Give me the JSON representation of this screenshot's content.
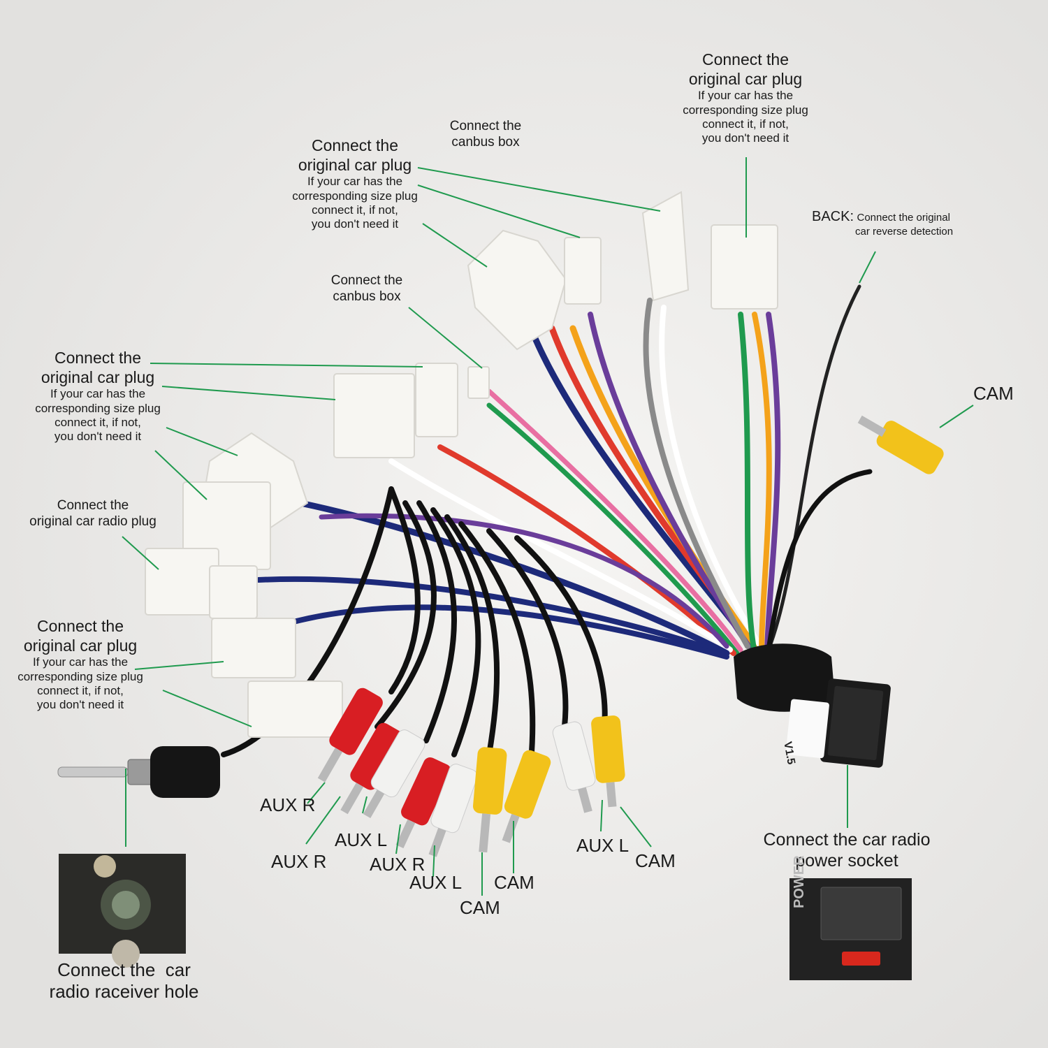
{
  "colors": {
    "background": "#ecebea",
    "leader_line": "#1f9a4e",
    "connector_plastic": "#f7f6f2",
    "rca_red": "#d81e23",
    "rca_white": "#f2f2f0",
    "rca_yellow": "#f2c21b",
    "wire_colors": [
      "#111111",
      "#1d2a7a",
      "#e03a2c",
      "#f4a21a",
      "#6a3d9a",
      "#1f9a4e",
      "#ffffff",
      "#8a8a8a",
      "#e86fa2"
    ]
  },
  "labels": {
    "top_right_plug": {
      "title": [
        "Connect the",
        "original car plug"
      ],
      "note": [
        "If your car has the",
        "corresponding size plug",
        "connect it, if not,",
        "you don't need it"
      ]
    },
    "top_canbus": {
      "lines": [
        "Connect the",
        "canbus box"
      ]
    },
    "upper_mid_plug": {
      "title": [
        "Connect the",
        "original car plug"
      ],
      "note": [
        "If your car has the",
        "corresponding size plug",
        "connect it, if not,",
        "you don't need it"
      ]
    },
    "mid_canbus": {
      "lines": [
        "Connect the",
        "canbus box"
      ]
    },
    "left_plug": {
      "title": [
        "Connect the",
        "original car plug"
      ],
      "note": [
        "If your car has the",
        "corresponding size plug",
        "connect it, if not,",
        "you don't need it"
      ]
    },
    "radio_plug": {
      "lines": [
        "Connect the",
        "original car radio plug"
      ]
    },
    "lower_left_plug": {
      "title": [
        "Connect the",
        "original car plug"
      ],
      "note": [
        "If your car has the",
        "corresponding size plug",
        "connect it, if not,",
        "you don't need it"
      ]
    },
    "back": {
      "key": "BACK:",
      "lines": [
        "Connect the original",
        "car reverse detection"
      ]
    },
    "cam_right": "CAM",
    "rca": [
      "AUX R",
      "AUX R",
      "AUX L",
      "AUX R",
      "AUX L",
      "CAM",
      "CAM",
      "AUX L",
      "CAM"
    ],
    "power_socket": [
      "Connect the car radio",
      "power socket"
    ],
    "antenna": [
      "Connect the  car",
      "radio raceiver hole"
    ],
    "inset_power_text": "POWER",
    "harness_tag": "V1.5"
  }
}
